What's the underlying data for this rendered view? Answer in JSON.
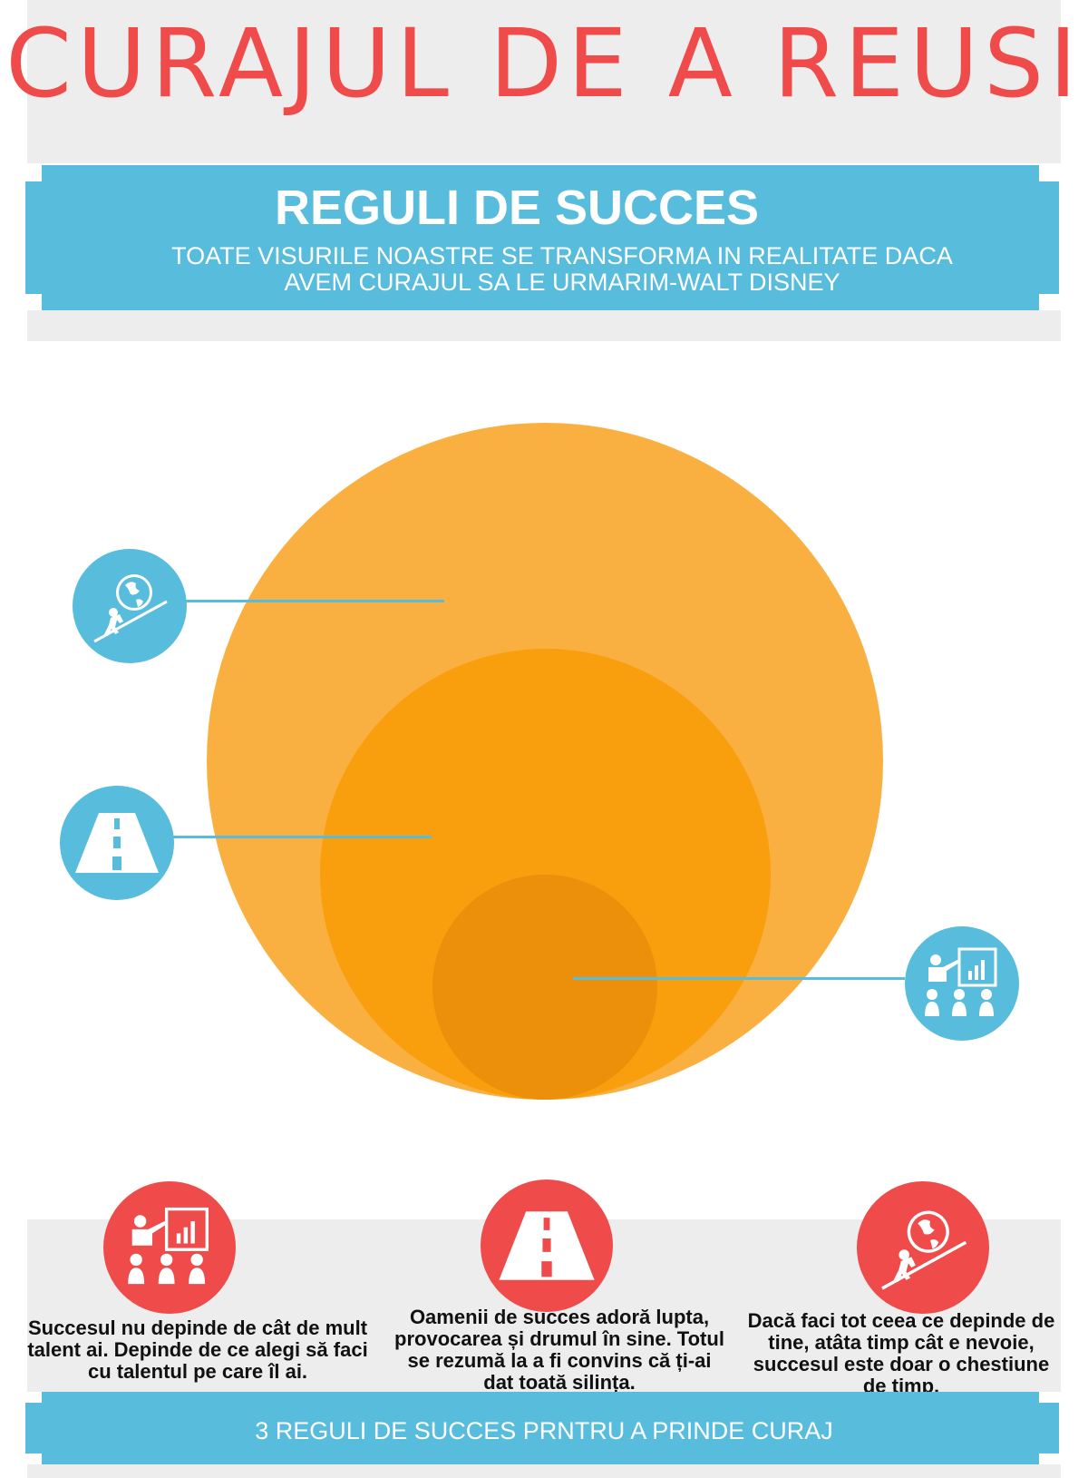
{
  "header": {
    "title": "CURAJUL DE A REUSI"
  },
  "banner": {
    "title": "REGULI DE SUCCES",
    "quote_line1": "TOATE VISURILE NOASTRE SE TRANSFORMA IN REALITATE DACA",
    "quote_line2": "AVEM CURAJUL SA LE URMARIM-WALT DISNEY"
  },
  "rules": [
    {
      "icon": "presentation-icon",
      "text": "Succesul nu depinde de cât de mult talent ai. Depinde de ce alegi să faci cu talentul pe care îl ai."
    },
    {
      "icon": "road-icon",
      "text": "Oamenii de succes adoră lupta, provocarea și drumul în sine. Totul se rezumă la a fi convins că ți-ai dat toată silința."
    },
    {
      "icon": "sisyphus-globe-icon",
      "text": "Dacă faci tot ceea ce depinde de tine, atâta timp cât e nevoie, succesul este doar o chestiune de timp."
    }
  ],
  "footer": {
    "text": "3 REGULI DE SUCCES PRNTRU A PRINDE CURAJ"
  },
  "colors": {
    "red": "#ef4b4b",
    "blue": "#58bcdc",
    "orange_light": "#f9b041",
    "orange_mid": "#f99e0c",
    "orange_dark": "#ec8f0a",
    "grey": "#ededed"
  }
}
